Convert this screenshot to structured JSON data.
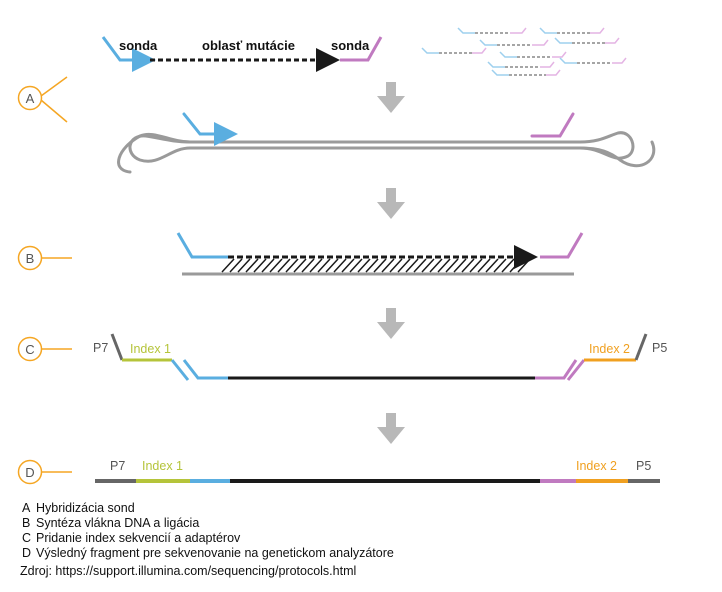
{
  "colors": {
    "probe_left": "#5aaee0",
    "probe_right": "#c07ac0",
    "dna": "#9a9a9a",
    "insert": "#1a1a1a",
    "index1": "#b5c43a",
    "index2": "#f0a020",
    "adapter": "#666666",
    "step_circle": "#f5a623",
    "arrow": "#b8b8b8"
  },
  "top": {
    "probe_left_label": "sonda",
    "mutation_region_label": "oblasť mutácie",
    "probe_right_label": "sonda"
  },
  "steps": [
    {
      "letter": "A"
    },
    {
      "letter": "B"
    },
    {
      "letter": "C"
    },
    {
      "letter": "D"
    }
  ],
  "adapters": {
    "p7": "P7",
    "index1": "Index 1",
    "index2": "Index 2",
    "p5": "P5"
  },
  "legend": [
    {
      "key": "A",
      "text": "Hybridizácia sond"
    },
    {
      "key": "B",
      "text": "Syntéza vlákna DNA a ligácia"
    },
    {
      "key": "C",
      "text": "Pridanie index sekvencií a adaptérov"
    },
    {
      "key": "D",
      "text": "Výsledný fragment pre sekvenovanie na genetickom analyzátore"
    }
  ],
  "source": "Zdroj: https://support.illumina.com/sequencing/protocols.html"
}
